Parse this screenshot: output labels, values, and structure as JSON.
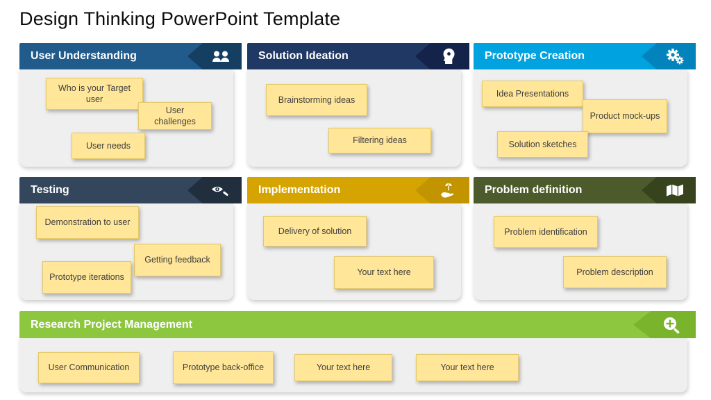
{
  "slide": {
    "title": "Design Thinking PowerPoint Template"
  },
  "panels": [
    {
      "title": "User Understanding",
      "icon": "two-heads-icon",
      "header_color": "#205B8C",
      "badge_color": "#143F63",
      "notes": [
        "Who is your Target user",
        "User challenges",
        "User needs"
      ]
    },
    {
      "title": "Solution Ideation",
      "icon": "head-idea-icon",
      "header_color": "#1F3864",
      "badge_color": "#13234A",
      "notes": [
        "Brainstorming ideas",
        "Filtering ideas"
      ]
    },
    {
      "title": "Prototype Creation",
      "icon": "gears-icon",
      "header_color": "#00A2E0",
      "badge_color": "#0283BB",
      "notes": [
        "Idea Presentations",
        "Product mock-ups",
        "Solution sketches"
      ]
    },
    {
      "title": "Testing",
      "icon": "eye-magnifier-icon",
      "header_color": "#33465C",
      "badge_color": "#202E3D",
      "notes": [
        "Demonstration to user",
        "Getting feedback",
        "Prototype iterations"
      ]
    },
    {
      "title": "Implementation",
      "icon": "hand-plant-icon",
      "header_color": "#D5A400",
      "badge_color": "#C29500",
      "notes": [
        "Delivery of solution",
        "Your text here"
      ]
    },
    {
      "title": "Problem definition",
      "icon": "map-icon",
      "header_color": "#4D5A2B",
      "badge_color": "#37431D",
      "notes": [
        "Problem identification",
        "Problem description"
      ]
    }
  ],
  "bottom_panel": {
    "title": "Research Project Management",
    "icon": "magnifier-plus-icon",
    "header_color": "#8DC63F",
    "badge_color": "#7AB32C",
    "notes": [
      "User Communication",
      "Prototype back-office",
      "Your text here",
      "Your text here"
    ]
  },
  "colors": {
    "background": "#FFFFFF",
    "panel_body": "#EFEFEF",
    "note_bg": "#FFE699",
    "note_border": "#E3C86B",
    "note_text": "#3F3F3F",
    "title_text": "#0B0B0B",
    "header_text": "#FFFFFF"
  }
}
